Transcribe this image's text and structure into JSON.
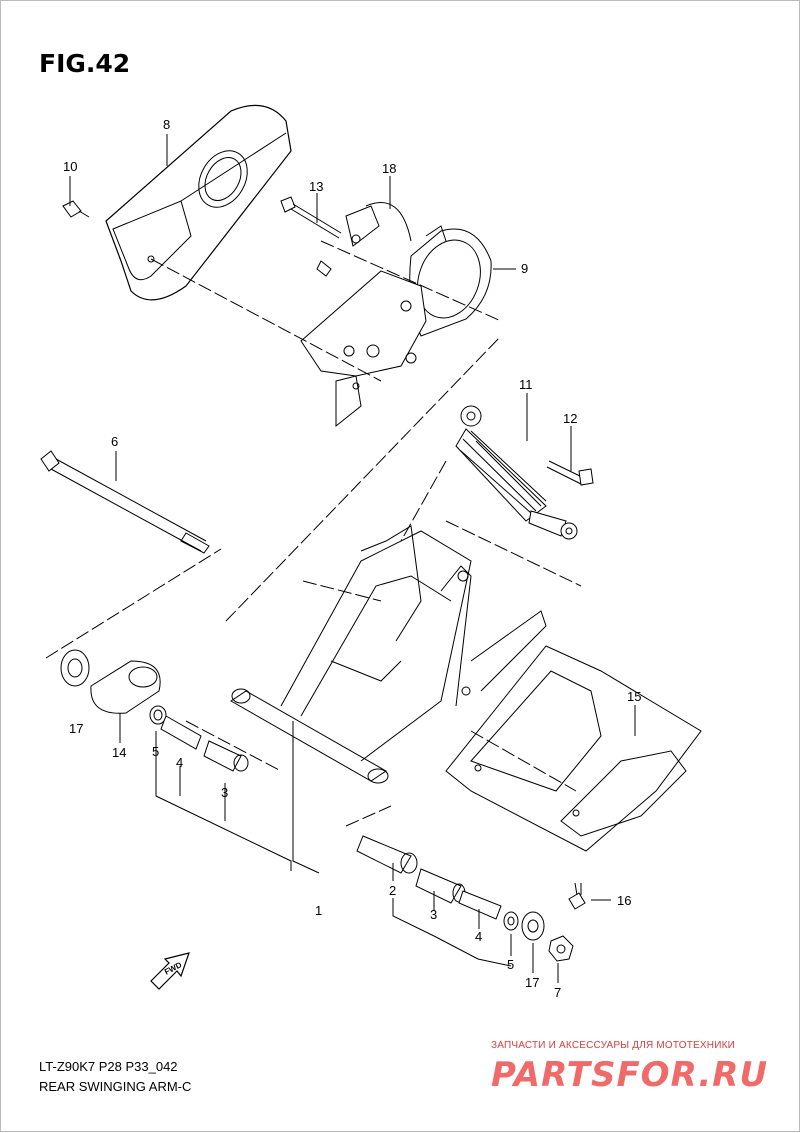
{
  "figure": {
    "title": "FIG.42",
    "model_code": "LT-Z90K7 P28 P33_042",
    "caption": "REAR SWINGING ARM-C"
  },
  "callouts": [
    "8",
    "10",
    "13",
    "18",
    "9",
    "11",
    "12",
    "6",
    "15",
    "17",
    "14",
    "5",
    "4",
    "3",
    "1",
    "2",
    "3",
    "4",
    "5",
    "17",
    "7",
    "16"
  ],
  "fwd_arrow": {
    "label": "FWD"
  },
  "watermark": {
    "text": "ЗАПЧАСТИ И АКСЕССУАРЫ ДЛЯ МОТОТЕХНИКИ",
    "logo": "PARTSFOR.RU"
  }
}
